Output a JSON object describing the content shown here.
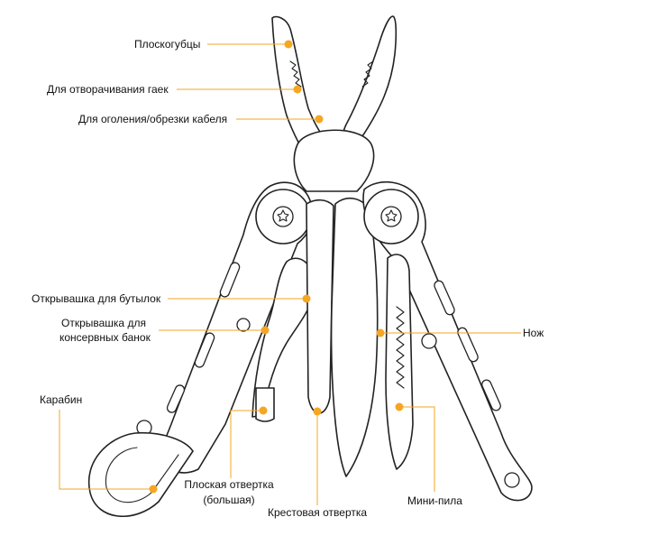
{
  "diagram": {
    "accent_color": "#f5a623",
    "labels": {
      "pliers": "Плоскогубцы",
      "nut_wrench": "Для отворачивания гаек",
      "wire_stripper": "Для оголения/обрезки кабеля",
      "bottle_opener": "Открывашка для бутылок",
      "can_opener_line1": "Открывашка для",
      "can_opener_line2": "консервных банок",
      "carabiner": "Карабин",
      "flat_screwdriver_line1": "Плоская отвертка",
      "flat_screwdriver_line2": "(большая)",
      "phillips_screwdriver": "Крестовая отвертка",
      "knife": "Нож",
      "mini_saw": "Мини-пила"
    }
  }
}
